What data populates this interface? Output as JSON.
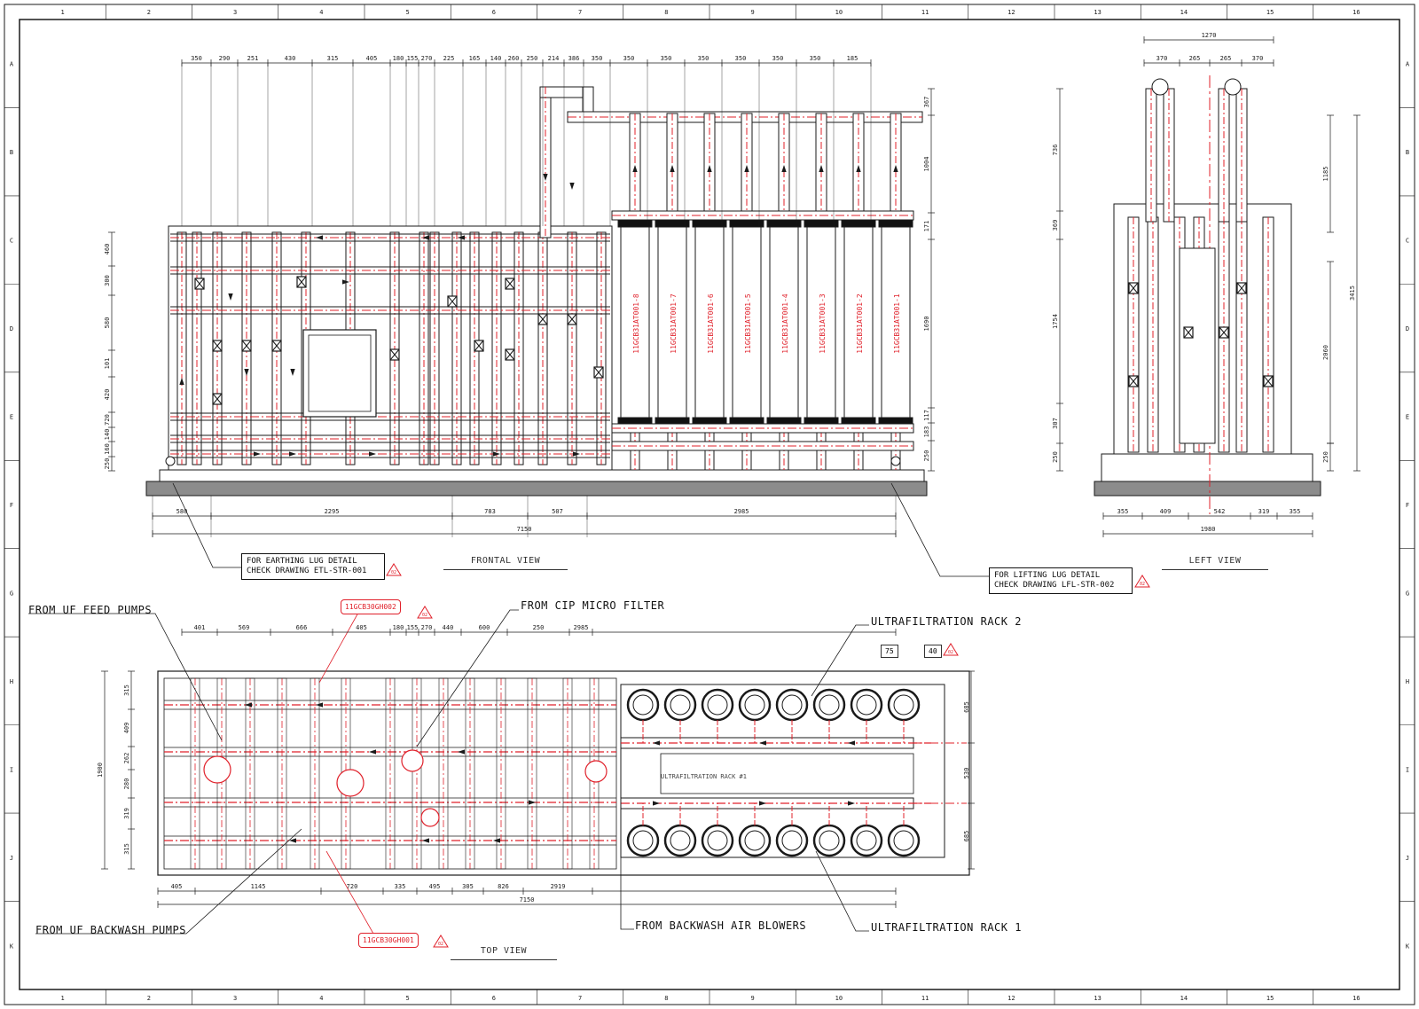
{
  "frame": {
    "columns": [
      "1",
      "2",
      "3",
      "4",
      "5",
      "6",
      "7",
      "8",
      "9",
      "10",
      "11",
      "12",
      "13",
      "14",
      "15",
      "16"
    ],
    "rows": [
      "A",
      "B",
      "C",
      "D",
      "E",
      "F",
      "G",
      "H",
      "I",
      "J",
      "K"
    ]
  },
  "colors": {
    "process_line": "#e0202a",
    "outline": "#1a1a1a",
    "base": "#8c8c8c"
  },
  "frontal_view": {
    "title": "FRONTAL VIEW",
    "top_dims": [
      "350",
      "290",
      "251",
      "430",
      "315",
      "405",
      "180",
      "155",
      "270",
      "225",
      "165",
      "140",
      "260",
      "250",
      "214",
      "386",
      "350",
      "350",
      "350",
      "350",
      "350",
      "350",
      "350",
      "185"
    ],
    "left_dims": [
      "460",
      "300",
      "580",
      "101",
      "420",
      "720",
      "140",
      "160",
      "250"
    ],
    "right_dims": [
      "367",
      "1004",
      "171",
      "1690",
      "117",
      "183",
      "250"
    ],
    "bottom_dims": [
      "580",
      "2295",
      "783",
      "507",
      "2985"
    ],
    "overall": "7150",
    "modules": [
      "11GCB31AT001-8",
      "11GCB31AT001-7",
      "11GCB31AT001-6",
      "11GCB31AT001-5",
      "11GCB31AT001-4",
      "11GCB31AT001-3",
      "11GCB31AT001-2",
      "11GCB31AT001-1"
    ]
  },
  "left_view": {
    "title": "LEFT VIEW",
    "top_overall": "1270",
    "top_dims": [
      "370",
      "265",
      "265",
      "370"
    ],
    "left_dims": [
      "736",
      "369",
      "1754",
      "307",
      "250"
    ],
    "right_dims": [
      "1185",
      "3415",
      "2060",
      "250"
    ],
    "bottom_dims": [
      "355",
      "409",
      "542",
      "319",
      "355"
    ],
    "overall": "1980"
  },
  "top_view": {
    "title": "TOP VIEW",
    "top_dims": [
      "401",
      "569",
      "666",
      "405",
      "180",
      "155",
      "270",
      "440",
      "600",
      "250",
      "2985"
    ],
    "left_dims": [
      "315",
      "409",
      "262",
      "280",
      "319",
      "315"
    ],
    "left_overall": "1900",
    "right_dims": [
      "685",
      "530",
      "685"
    ],
    "bottom_dims": [
      "405",
      "1145",
      "720",
      "335",
      "495",
      "305",
      "826",
      "2919"
    ],
    "overall": "7150",
    "rack_label": "ULTRAFILTRATION RACK #1",
    "dim_box_75": "75",
    "dim_box_40": "40"
  },
  "notes": {
    "earthing": [
      "FOR EARTHING LUG DETAIL",
      "CHECK DRAWING ETL-STR-001"
    ],
    "lifting": [
      "FOR LIFTING LUG DETAIL",
      "CHECK DRAWING LFL-STR-002"
    ]
  },
  "callouts": {
    "uf_feed_pumps": "FROM UF FEED PUMPS",
    "cip_micro_filter": "FROM CIP MICRO FILTER",
    "uf_rack_2": "ULTRAFILTRATION RACK 2",
    "uf_backwash_pumps": "FROM UF BACKWASH PUMPS",
    "backwash_air_blowers": "FROM BACKWASH AIR BLOWERS",
    "uf_rack_1": "ULTRAFILTRATION RACK 1"
  },
  "tags": {
    "top": "11GCB30GH002",
    "bottom": "11GCB30GH001"
  },
  "revision_mark": "02"
}
